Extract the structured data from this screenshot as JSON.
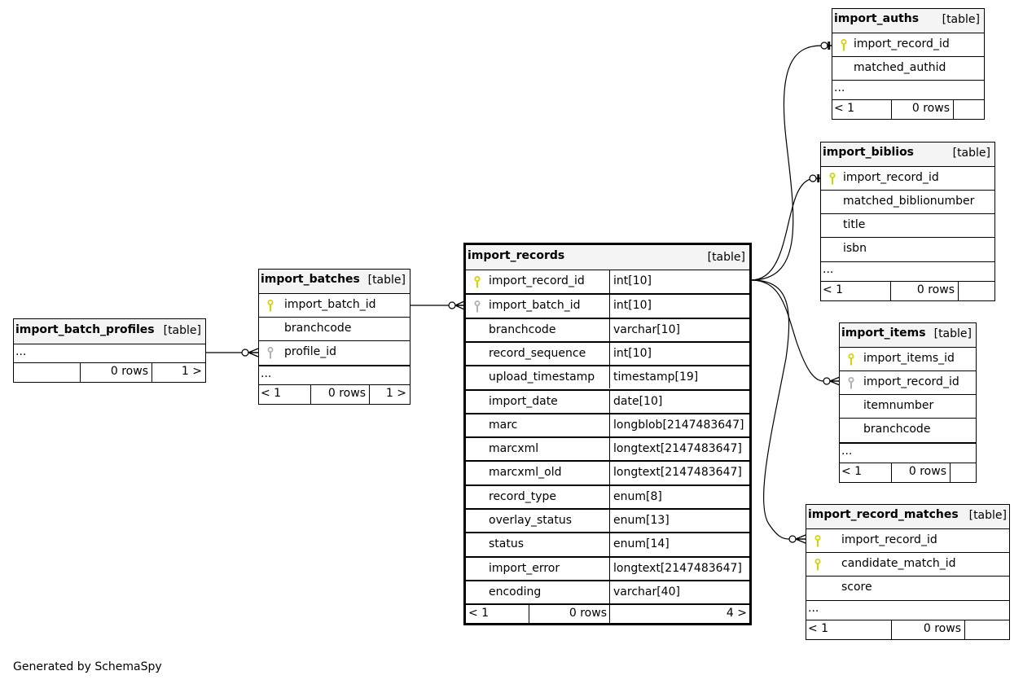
{
  "footer": "Generated by SchemaSpy",
  "tables": {
    "import_batch_profiles": {
      "name": "import_batch_profiles",
      "type": "[table]",
      "ellipsis": "...",
      "foot": {
        "left": "",
        "rows": "0 rows",
        "right": "1 >"
      }
    },
    "import_batches": {
      "name": "import_batches",
      "type": "[table]",
      "columns": [
        {
          "name": "import_batch_id",
          "key": "primary"
        },
        {
          "name": "branchcode",
          "key": "none"
        },
        {
          "name": "profile_id",
          "key": "foreign"
        }
      ],
      "ellipsis": "...",
      "foot": {
        "left": "< 1",
        "rows": "0 rows",
        "right": "1 >"
      }
    },
    "import_records": {
      "name": "import_records",
      "type": "[table]",
      "columns": [
        {
          "name": "import_record_id",
          "dtype": "int[10]",
          "key": "primary"
        },
        {
          "name": "import_batch_id",
          "dtype": "int[10]",
          "key": "foreign"
        },
        {
          "name": "branchcode",
          "dtype": "varchar[10]",
          "key": "none"
        },
        {
          "name": "record_sequence",
          "dtype": "int[10]",
          "key": "none"
        },
        {
          "name": "upload_timestamp",
          "dtype": "timestamp[19]",
          "key": "none"
        },
        {
          "name": "import_date",
          "dtype": "date[10]",
          "key": "none"
        },
        {
          "name": "marc",
          "dtype": "longblob[2147483647]",
          "key": "none"
        },
        {
          "name": "marcxml",
          "dtype": "longtext[2147483647]",
          "key": "none"
        },
        {
          "name": "marcxml_old",
          "dtype": "longtext[2147483647]",
          "key": "none"
        },
        {
          "name": "record_type",
          "dtype": "enum[8]",
          "key": "none"
        },
        {
          "name": "overlay_status",
          "dtype": "enum[13]",
          "key": "none"
        },
        {
          "name": "status",
          "dtype": "enum[14]",
          "key": "none"
        },
        {
          "name": "import_error",
          "dtype": "longtext[2147483647]",
          "key": "none"
        },
        {
          "name": "encoding",
          "dtype": "varchar[40]",
          "key": "none"
        }
      ],
      "foot": {
        "left": "< 1",
        "rows": "0 rows",
        "right": "4 >"
      }
    },
    "import_auths": {
      "name": "import_auths",
      "type": "[table]",
      "columns": [
        {
          "name": "import_record_id",
          "key": "primary"
        },
        {
          "name": "matched_authid",
          "key": "none"
        }
      ],
      "ellipsis": "...",
      "foot": {
        "left": "< 1",
        "rows": "0 rows",
        "right": ""
      }
    },
    "import_biblios": {
      "name": "import_biblios",
      "type": "[table]",
      "columns": [
        {
          "name": "import_record_id",
          "key": "primary"
        },
        {
          "name": "matched_biblionumber",
          "key": "none"
        },
        {
          "name": "title",
          "key": "none"
        },
        {
          "name": "isbn",
          "key": "none"
        }
      ],
      "ellipsis": "...",
      "foot": {
        "left": "< 1",
        "rows": "0 rows",
        "right": ""
      }
    },
    "import_items": {
      "name": "import_items",
      "type": "[table]",
      "columns": [
        {
          "name": "import_items_id",
          "key": "primary"
        },
        {
          "name": "import_record_id",
          "key": "foreign"
        },
        {
          "name": "itemnumber",
          "key": "none"
        },
        {
          "name": "branchcode",
          "key": "none"
        }
      ],
      "ellipsis": "...",
      "foot": {
        "left": "< 1",
        "rows": "0 rows",
        "right": ""
      }
    },
    "import_record_matches": {
      "name": "import_record_matches",
      "type": "[table]",
      "columns": [
        {
          "name": "import_record_id",
          "key": "primary"
        },
        {
          "name": "candidate_match_id",
          "key": "primary"
        },
        {
          "name": "score",
          "key": "none"
        }
      ],
      "ellipsis": "...",
      "foot": {
        "left": "< 1",
        "rows": "0 rows",
        "right": ""
      }
    }
  },
  "relationships": [
    {
      "from": "import_batch_profiles",
      "to": "import_batches.profile_id",
      "cardinality": "zero-or-many"
    },
    {
      "from": "import_batches.import_batch_id",
      "to": "import_records.import_batch_id",
      "cardinality": "zero-or-many"
    },
    {
      "from": "import_records.import_record_id",
      "to": "import_auths.import_record_id",
      "cardinality": "zero-or-one"
    },
    {
      "from": "import_records.import_record_id",
      "to": "import_biblios.import_record_id",
      "cardinality": "zero-or-one"
    },
    {
      "from": "import_records.import_record_id",
      "to": "import_items.import_record_id",
      "cardinality": "zero-or-many"
    },
    {
      "from": "import_records.import_record_id",
      "to": "import_record_matches.import_record_id",
      "cardinality": "zero-or-many"
    }
  ],
  "colors": {
    "primary_key": "#d4d400",
    "foreign_key": "#b0b0b0",
    "header_bg": "#f4f4f4",
    "line": "#000000"
  }
}
